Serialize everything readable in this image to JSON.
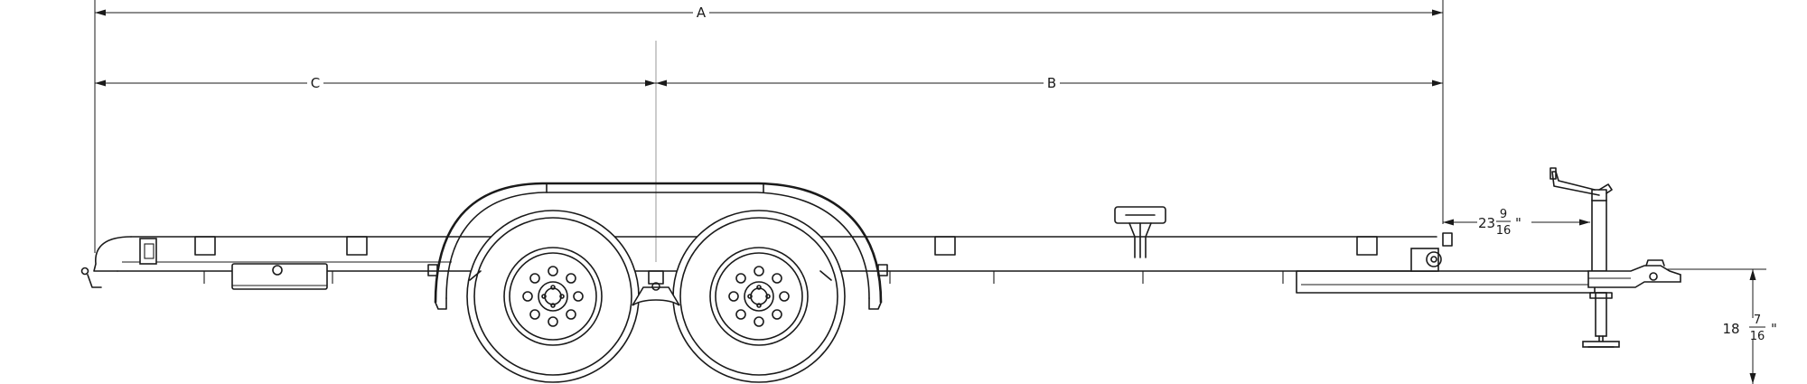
{
  "dimensions": {
    "overall_length_label": "A",
    "axle_to_front_label": "B",
    "rear_to_axle_label": "C",
    "coupler_offset": {
      "whole": "23",
      "numerator": "9",
      "denominator": "16",
      "unit": "\""
    },
    "coupler_height": {
      "whole": "18",
      "numerator": "7",
      "denominator": "16",
      "unit": "\""
    }
  }
}
